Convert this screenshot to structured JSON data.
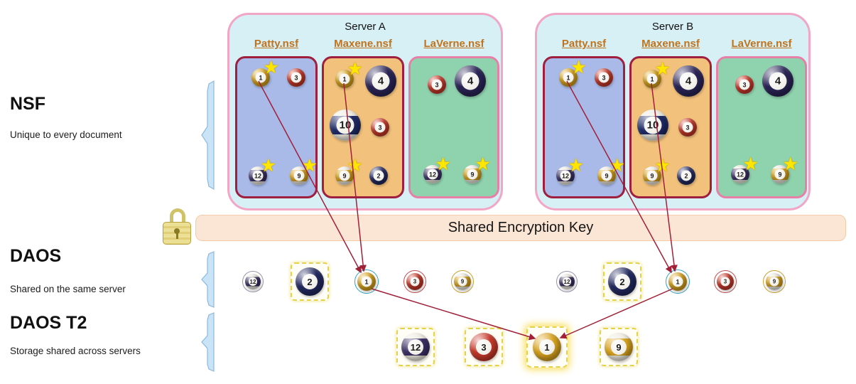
{
  "sections": {
    "nsf": {
      "title": "NSF",
      "subtitle": "Unique to every document"
    },
    "daos": {
      "title": "DAOS",
      "subtitle": "Shared on the same server"
    },
    "daos_t2": {
      "title": "DAOS T2",
      "subtitle": "Storage shared across servers"
    }
  },
  "encryption_bar": {
    "label": "Shared Encryption Key",
    "icon": "padlock-icon"
  },
  "colors": {
    "server_box_border": "#f2a6c6",
    "server_box_fill": "#d7f0f6",
    "db_blue_fill": "#a9bae9",
    "db_orange_fill": "#f2c27c",
    "db_green_fill": "#8fd2ae",
    "db_red_border": "#9e1f3e",
    "db_pink_border": "#e780a6",
    "db_label_orange": "#c0731c",
    "bar_fill": "#fbe5d5",
    "arrow": "#a02038",
    "star": "#ffe600",
    "ball_1": "#d9a41e",
    "ball_2": "#232a60",
    "ball_3": "#c8392a",
    "ball_4": "#2a2456",
    "ball_9": "#d9a41e",
    "ball_10": "#1f2a66",
    "ball_12": "#3c3166"
  },
  "servers": [
    {
      "name": "Server A",
      "databases": [
        {
          "name": "Patty.nsf",
          "theme": "blue",
          "balls": [
            {
              "n": "1",
              "star": true
            },
            {
              "n": "3",
              "star": false
            },
            {
              "n": "12",
              "star": true
            },
            {
              "n": "9",
              "star": true
            }
          ]
        },
        {
          "name": "Maxene.nsf",
          "theme": "orange",
          "balls": [
            {
              "n": "1",
              "star": true
            },
            {
              "n": "4",
              "star": false
            },
            {
              "n": "10",
              "star": false
            },
            {
              "n": "3",
              "star": false
            },
            {
              "n": "9",
              "star": true
            },
            {
              "n": "2",
              "star": false
            }
          ]
        },
        {
          "name": "LaVerne.nsf",
          "theme": "green",
          "balls": [
            {
              "n": "3",
              "star": false
            },
            {
              "n": "4",
              "star": false
            },
            {
              "n": "12",
              "star": true
            },
            {
              "n": "9",
              "star": true
            }
          ]
        }
      ]
    },
    {
      "name": "Server B",
      "databases": [
        {
          "name": "Patty.nsf",
          "theme": "blue",
          "balls": [
            {
              "n": "1",
              "star": true
            },
            {
              "n": "3",
              "star": false
            },
            {
              "n": "12",
              "star": true
            },
            {
              "n": "9",
              "star": true
            }
          ]
        },
        {
          "name": "Maxene.nsf",
          "theme": "orange",
          "balls": [
            {
              "n": "1",
              "star": true
            },
            {
              "n": "4",
              "star": false
            },
            {
              "n": "10",
              "star": false
            },
            {
              "n": "3",
              "star": false
            },
            {
              "n": "9",
              "star": true
            },
            {
              "n": "2",
              "star": false
            }
          ]
        },
        {
          "name": "LaVerne.nsf",
          "theme": "green",
          "balls": [
            {
              "n": "3",
              "star": false
            },
            {
              "n": "4",
              "star": false
            },
            {
              "n": "12",
              "star": true
            },
            {
              "n": "9",
              "star": true
            }
          ]
        }
      ]
    }
  ],
  "daos_groups": [
    {
      "server": "Server A",
      "balls": [
        {
          "n": "12",
          "boxed": false
        },
        {
          "n": "2",
          "boxed": true
        },
        {
          "n": "1",
          "boxed": false
        },
        {
          "n": "3",
          "boxed": false
        },
        {
          "n": "9",
          "boxed": false
        }
      ]
    },
    {
      "server": "Server B",
      "balls": [
        {
          "n": "12",
          "boxed": false
        },
        {
          "n": "2",
          "boxed": true
        },
        {
          "n": "1",
          "boxed": false
        },
        {
          "n": "3",
          "boxed": false
        },
        {
          "n": "9",
          "boxed": false
        }
      ]
    }
  ],
  "daos_t2_balls": [
    {
      "n": "12"
    },
    {
      "n": "3"
    },
    {
      "n": "1"
    },
    {
      "n": "9"
    }
  ],
  "dedup_links": [
    {
      "from": "Server A Patty.nsf ball 1",
      "to": "Server A DAOS ball 1"
    },
    {
      "from": "Server A Maxene.nsf ball 1",
      "to": "Server A DAOS ball 1"
    },
    {
      "from": "Server A DAOS ball 1",
      "to": "DAOS T2 ball 1"
    },
    {
      "from": "Server B Patty.nsf ball 1",
      "to": "Server B DAOS ball 1"
    },
    {
      "from": "Server B Maxene.nsf ball 1",
      "to": "Server B DAOS ball 1"
    },
    {
      "from": "Server B DAOS ball 1",
      "to": "DAOS T2 ball 1"
    }
  ]
}
